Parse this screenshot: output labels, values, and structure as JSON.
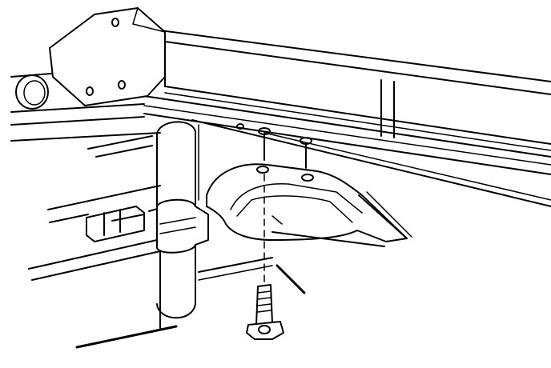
{
  "illustration": {
    "style": "black-and-white line drawing",
    "parts": [
      "frame-rail",
      "end-bracket",
      "crossmember",
      "mounting-bracket",
      "mounting-bolt",
      "upper-bolt",
      "bolt-hole",
      "leader-line"
    ],
    "colors": {
      "line": "#000000",
      "background": "#ffffff"
    }
  }
}
